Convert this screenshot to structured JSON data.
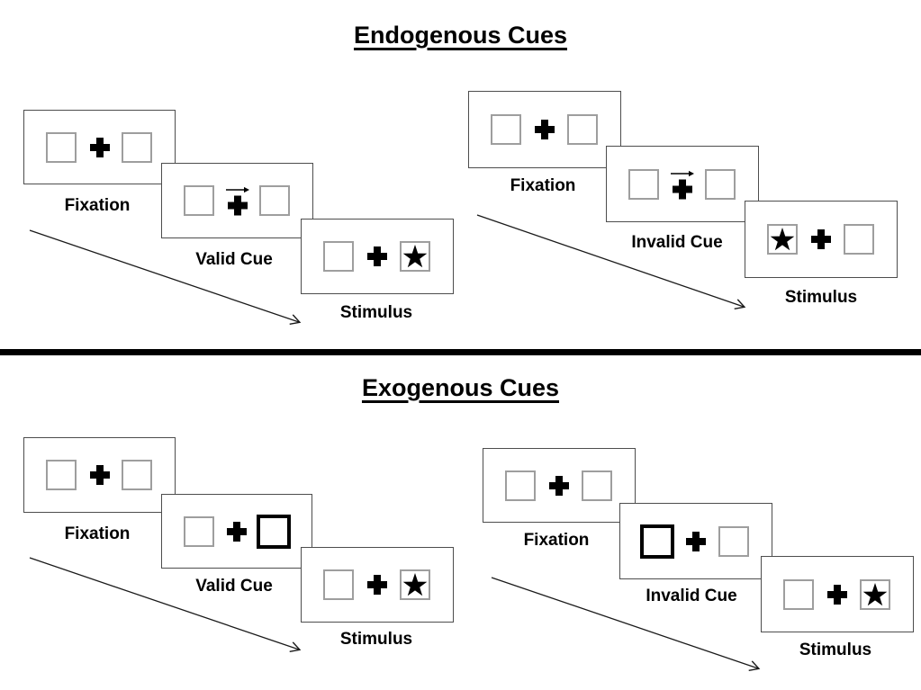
{
  "figure": {
    "kind": "attention-cueing-paradigm-diagram",
    "colors": {
      "background": "#ffffff",
      "card_border": "#4d4d4d",
      "box_border": "#9e9e9e",
      "cue_box_border": "#000000",
      "ink": "#000000"
    },
    "icons": {
      "fixation_cross": "plus-cross-icon",
      "cue_arrow": "right-arrow-icon",
      "target": "filled-star-icon",
      "timeline": "diagonal-arrow-icon"
    }
  },
  "sections": [
    {
      "title": "Endogenous Cues",
      "panels": [
        {
          "name": "valid-cue-trial",
          "cue_style": "central-right-arrow",
          "target_side": "right",
          "cards": [
            {
              "label": "Fixation"
            },
            {
              "label": "Valid Cue"
            },
            {
              "label": "Stimulus"
            }
          ]
        },
        {
          "name": "invalid-cue-trial",
          "cue_style": "central-right-arrow",
          "target_side": "left",
          "cards": [
            {
              "label": "Fixation"
            },
            {
              "label": "Invalid Cue"
            },
            {
              "label": "Stimulus"
            }
          ]
        }
      ]
    },
    {
      "title": "Exogenous Cues",
      "panels": [
        {
          "name": "valid-cue-trial",
          "cue_style": "bold-box-right",
          "target_side": "right",
          "cards": [
            {
              "label": "Fixation"
            },
            {
              "label": "Valid Cue"
            },
            {
              "label": "Stimulus"
            }
          ]
        },
        {
          "name": "invalid-cue-trial",
          "cue_style": "bold-box-left",
          "target_side": "right",
          "cards": [
            {
              "label": "Fixation"
            },
            {
              "label": "Invalid Cue"
            },
            {
              "label": "Stimulus"
            }
          ]
        }
      ]
    }
  ]
}
